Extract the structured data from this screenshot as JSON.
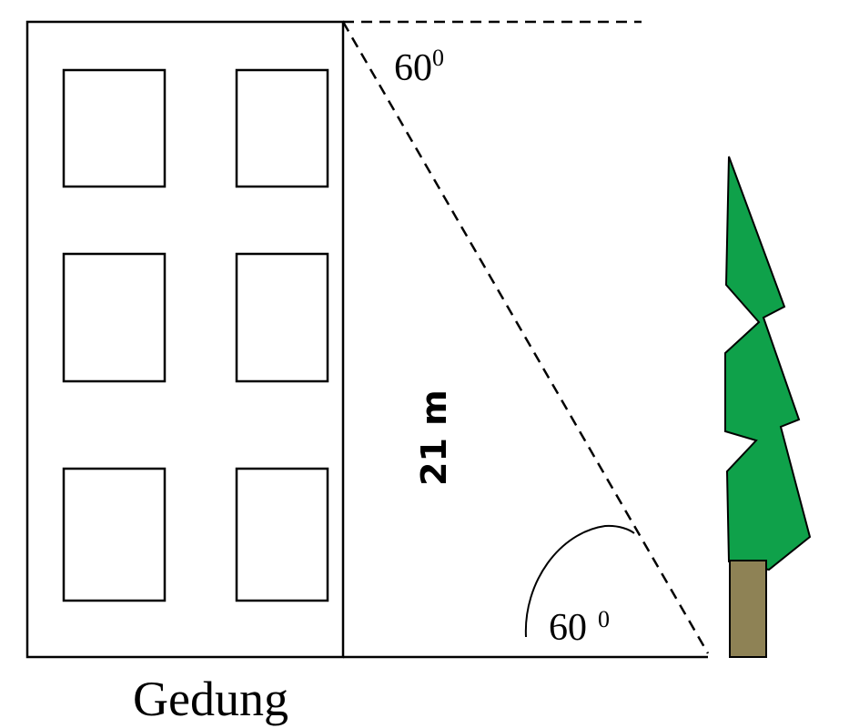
{
  "labels": {
    "angle_top": "60",
    "angle_top_sup": "0",
    "angle_bottom": "60",
    "angle_bottom_sup": "0",
    "height": "21 m",
    "building": "Gedung"
  },
  "colors": {
    "line": "#000000",
    "tree_foliage": "#0fa14a",
    "tree_trunk": "#8e8255",
    "background": "#ffffff"
  }
}
